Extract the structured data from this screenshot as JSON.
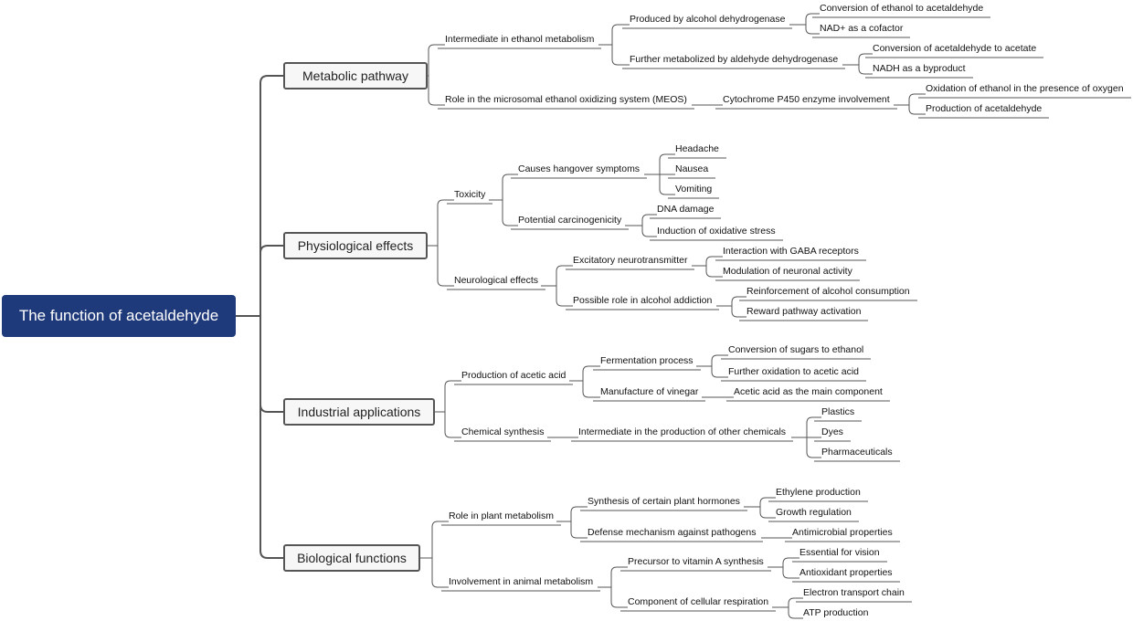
{
  "root": "The function of acetaldehyde",
  "branches": [
    {
      "label": "Metabolic pathway",
      "children": [
        {
          "label": "Intermediate in ethanol metabolism",
          "children": [
            {
              "label": "Produced by alcohol dehydrogenase",
              "children": [
                {
                  "label": "Conversion of ethanol to acetaldehyde"
                },
                {
                  "label": "NAD+ as a cofactor"
                }
              ]
            },
            {
              "label": "Further metabolized by aldehyde dehydrogenase",
              "children": [
                {
                  "label": "Conversion of acetaldehyde to acetate"
                },
                {
                  "label": "NADH as a byproduct"
                }
              ]
            }
          ]
        },
        {
          "label": "Role in the microsomal ethanol oxidizing system (MEOS)",
          "children": [
            {
              "label": "Cytochrome P450 enzyme involvement",
              "children": [
                {
                  "label": "Oxidation of ethanol in the presence of oxygen"
                },
                {
                  "label": "Production of acetaldehyde"
                }
              ]
            }
          ]
        }
      ]
    },
    {
      "label": "Physiological effects",
      "children": [
        {
          "label": "Toxicity",
          "children": [
            {
              "label": "Causes hangover symptoms",
              "children": [
                {
                  "label": "Headache"
                },
                {
                  "label": "Nausea"
                },
                {
                  "label": "Vomiting"
                }
              ]
            },
            {
              "label": "Potential carcinogenicity",
              "children": [
                {
                  "label": "DNA damage"
                },
                {
                  "label": "Induction of oxidative stress"
                }
              ]
            }
          ]
        },
        {
          "label": "Neurological effects",
          "children": [
            {
              "label": "Excitatory neurotransmitter",
              "children": [
                {
                  "label": "Interaction with GABA receptors"
                },
                {
                  "label": "Modulation of neuronal activity"
                }
              ]
            },
            {
              "label": "Possible role in alcohol addiction",
              "children": [
                {
                  "label": "Reinforcement of alcohol consumption"
                },
                {
                  "label": "Reward pathway activation"
                }
              ]
            }
          ]
        }
      ]
    },
    {
      "label": "Industrial applications",
      "children": [
        {
          "label": "Production of acetic acid",
          "children": [
            {
              "label": "Fermentation process",
              "children": [
                {
                  "label": "Conversion of sugars to ethanol"
                },
                {
                  "label": "Further oxidation to acetic acid"
                }
              ]
            },
            {
              "label": "Manufacture of vinegar",
              "children": [
                {
                  "label": "Acetic acid as the main component"
                }
              ]
            }
          ]
        },
        {
          "label": "Chemical synthesis",
          "children": [
            {
              "label": "Intermediate in the production of other chemicals",
              "children": [
                {
                  "label": "Plastics"
                },
                {
                  "label": "Dyes"
                },
                {
                  "label": "Pharmaceuticals"
                }
              ]
            }
          ]
        }
      ]
    },
    {
      "label": "Biological functions",
      "children": [
        {
          "label": "Role in plant metabolism",
          "children": [
            {
              "label": "Synthesis of certain plant hormones",
              "children": [
                {
                  "label": "Ethylene production"
                },
                {
                  "label": "Growth regulation"
                }
              ]
            },
            {
              "label": "Defense mechanism against pathogens",
              "children": [
                {
                  "label": "Antimicrobial properties"
                }
              ]
            }
          ]
        },
        {
          "label": "Involvement in animal metabolism",
          "children": [
            {
              "label": "Precursor to vitamin A synthesis",
              "children": [
                {
                  "label": "Essential for vision"
                },
                {
                  "label": "Antioxidant properties"
                }
              ]
            },
            {
              "label": "Component of cellular respiration",
              "children": [
                {
                  "label": "Electron transport chain"
                },
                {
                  "label": "ATP production"
                }
              ]
            }
          ]
        }
      ]
    }
  ]
}
